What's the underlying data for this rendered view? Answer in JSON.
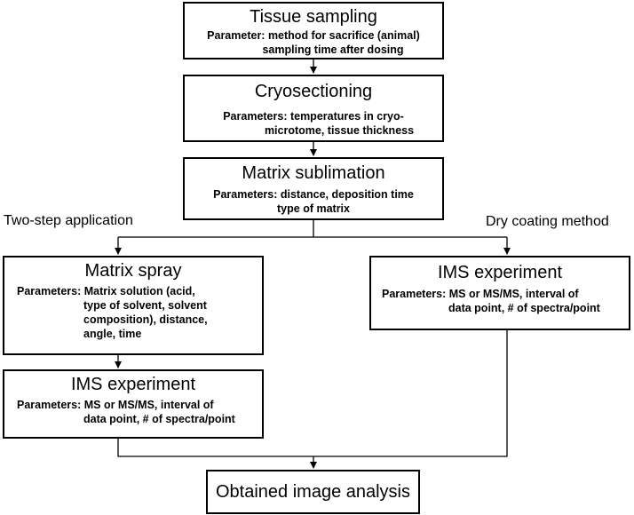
{
  "boxes": {
    "tissue_sampling": {
      "title": "Tissue sampling",
      "params": [
        "Parameter: method for sacrifice (animal)",
        "sampling time after dosing"
      ]
    },
    "cryosectioning": {
      "title": "Cryosectioning",
      "params": [
        "Parameters: temperatures in cryo-",
        "microtome, tissue thickness"
      ]
    },
    "matrix_sublimation": {
      "title": "Matrix sublimation",
      "params": [
        "Parameters: distance, deposition time",
        "type of matrix"
      ]
    },
    "matrix_spray": {
      "title": "Matrix spray",
      "params": [
        "Parameters: Matrix solution (acid,",
        "type of solvent, solvent",
        "composition), distance,",
        "angle, time"
      ]
    },
    "ims_left": {
      "title": "IMS experiment",
      "params": [
        "Parameters: MS or MS/MS, interval of",
        "data point, # of spectra/point"
      ]
    },
    "ims_right": {
      "title": "IMS experiment",
      "params": [
        "Parameters: MS or MS/MS, interval of",
        "data point, # of spectra/point"
      ]
    },
    "obtained": {
      "title": "Obtained image analysis"
    }
  },
  "labels": {
    "two_step": "Two-step application",
    "dry_coating": "Dry coating method"
  }
}
